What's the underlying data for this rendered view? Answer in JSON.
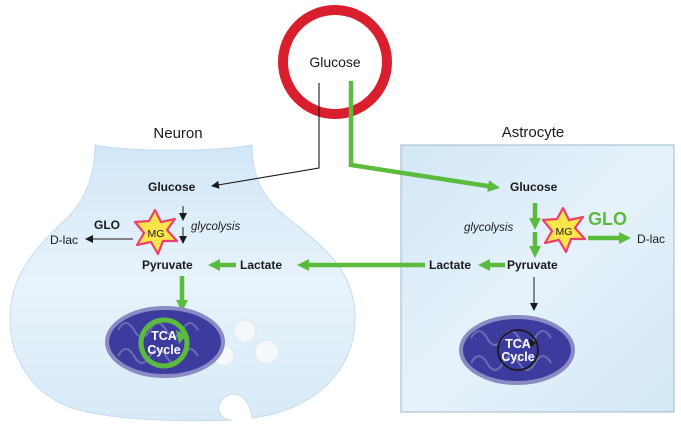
{
  "glucose_circle": {
    "label": "Glucose"
  },
  "neuron": {
    "title": "Neuron",
    "glucose": "Glucose",
    "glycolysis": "glycolysis",
    "glo": "GLO",
    "mg": "MG",
    "dlac": "D-lac",
    "pyruvate": "Pyruvate",
    "lactate": "Lactate",
    "tca_line1": "TCA",
    "tca_line2": "Cycle"
  },
  "astrocyte": {
    "title": "Astrocyte",
    "glucose": "Glucose",
    "glycolysis": "glycolysis",
    "glo": "GLO",
    "mg": "MG",
    "dlac": "D-lac",
    "pyruvate": "Pyruvate",
    "lactate": "Lactate",
    "tca_line1": "TCA",
    "tca_line2": "Cycle"
  },
  "colors": {
    "green": "#5bbb3c",
    "red": "#d91f2e",
    "mito_fill": "#3d3c9e",
    "mito_outline": "#6d6db5",
    "star_fill": "#fbe54b",
    "star_stroke": "#e8426f",
    "cell_fill": "#dfeef9"
  }
}
